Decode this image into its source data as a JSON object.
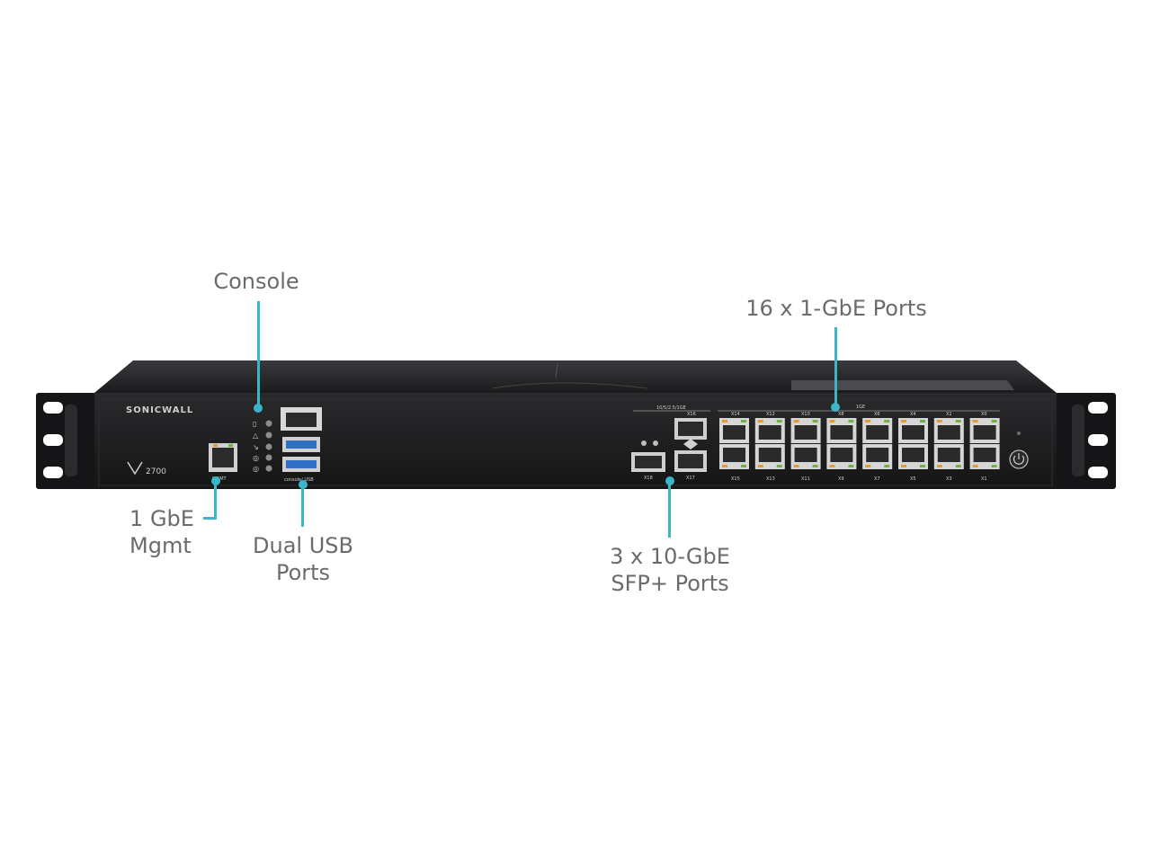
{
  "device": {
    "brand": "SONICWALL",
    "model": "2700",
    "labels": {
      "mgmt": "MGMT",
      "console_usb": "console/ USB",
      "group_10g": "10/5/2.5/1GE",
      "group_1g": "1GE",
      "x16": "X16",
      "x17": "X17",
      "x18": "X18",
      "x14": "X14",
      "x12": "X12",
      "x10": "X10",
      "x8": "X8",
      "x6": "X6",
      "x4": "X4",
      "x2": "X2",
      "x0": "X0",
      "x15": "X15",
      "x13": "X13",
      "x11": "X11",
      "x9": "X9",
      "x7": "X7",
      "x5": "X5",
      "x3": "X3",
      "x1": "X1"
    }
  },
  "callouts": {
    "console": "Console",
    "gbe_ports": "16 x 1-GbE Ports",
    "mgmt_line1": "1 GbE",
    "mgmt_line2": "Mgmt",
    "usb_line1": "Dual USB",
    "usb_line2": "Ports",
    "sfp_line1": "3 x 10-GbE",
    "sfp_line2": "SFP+ Ports"
  },
  "colors": {
    "accent": "#3bb5c8",
    "chassis": "#1e1e20",
    "label_text": "#6b6b6b"
  }
}
